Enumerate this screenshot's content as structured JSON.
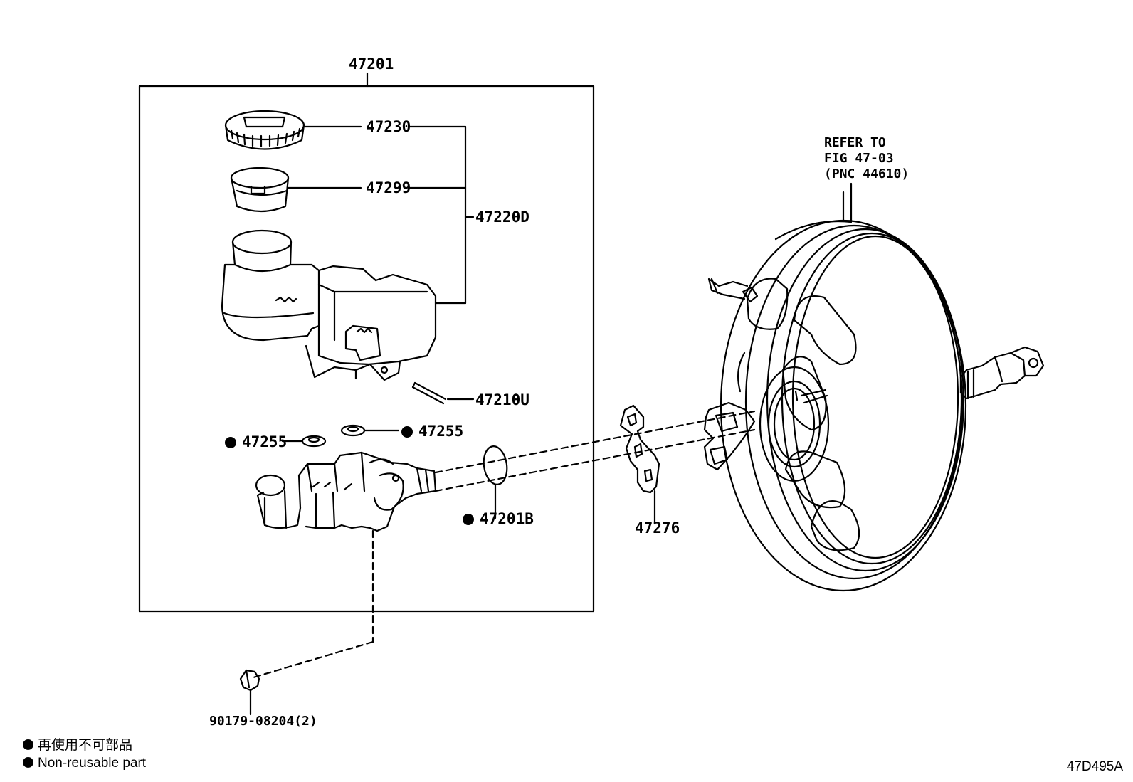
{
  "assembly_label": "47201",
  "parts": {
    "cap": "47230",
    "strainer": "47299",
    "reservoir_sub": "47220D",
    "pin": "47210U",
    "grommet_left": "47255",
    "grommet_right": "47255",
    "o_ring": "47201B",
    "gasket": "47276",
    "nut": "90179-08204(2)"
  },
  "refer": {
    "line1": "REFER TO",
    "line2": "FIG 47-03",
    "line3": "(PNC 44610)"
  },
  "legend": {
    "line1": "再使用不可部品",
    "line2": "Non-reusable part"
  },
  "figure_code": "47D495A"
}
